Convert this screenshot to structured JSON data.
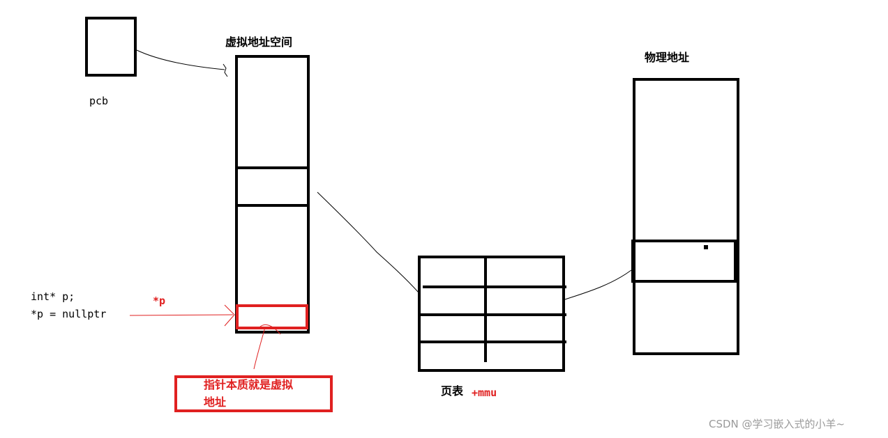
{
  "labels": {
    "virtual_address_space": "虚拟地址空间",
    "pcb": "pcb",
    "physical_address": "物理地址",
    "page_table": "页表",
    "mmu": "+mmu",
    "star_p": "*p",
    "code_line1": "int* p;",
    "code_line2": "*p = nullptr",
    "note_line1": "指针本质就是虚拟",
    "note_line2": "地址"
  },
  "watermark": "CSDN @学习嵌入式的小羊~",
  "colors": {
    "stroke": "#000000",
    "highlight": "#e02020",
    "watermark": "#9a9a9a"
  }
}
